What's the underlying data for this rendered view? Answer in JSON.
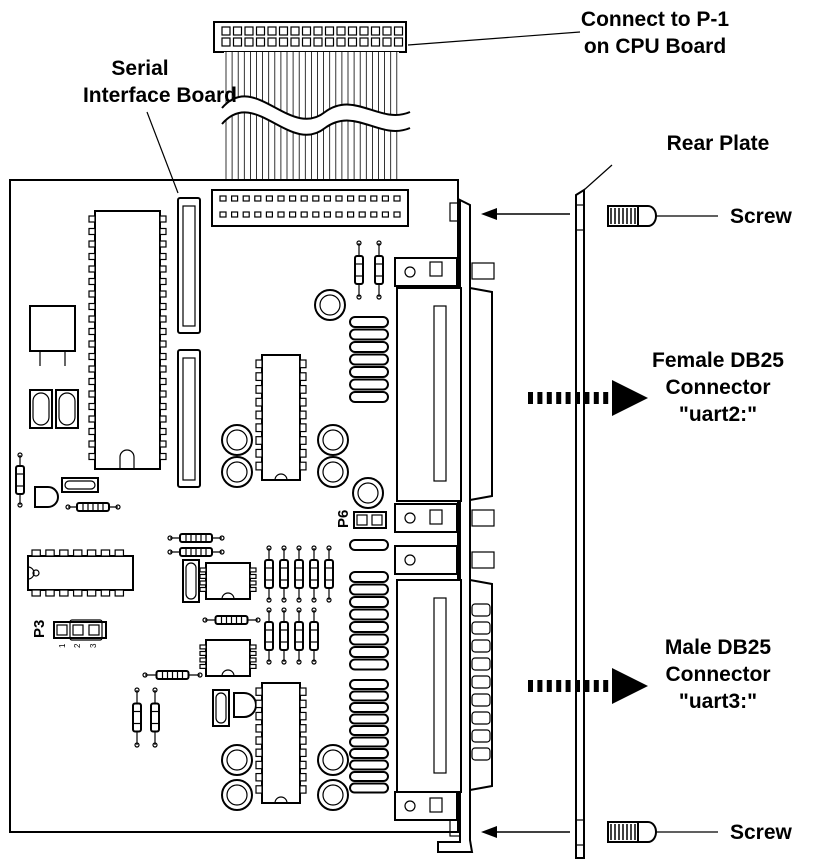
{
  "labels": {
    "connect_line1": "Connect to P-1",
    "connect_line2": "on CPU Board",
    "serial_line1": "Serial",
    "serial_line2": "Interface Board",
    "rear_plate": "Rear Plate",
    "screw_top": "Screw",
    "screw_bottom": "Screw",
    "female_line1": "Female DB25",
    "female_line2": "Connector",
    "female_line3": "\"uart2:\"",
    "male_line1": "Male DB25",
    "male_line2": "Connector",
    "male_line3": "\"uart3:\"",
    "p6": "P6",
    "p3": "P3",
    "p3_pin1": "1",
    "p3_pin2": "2",
    "p3_pin3": "3"
  }
}
